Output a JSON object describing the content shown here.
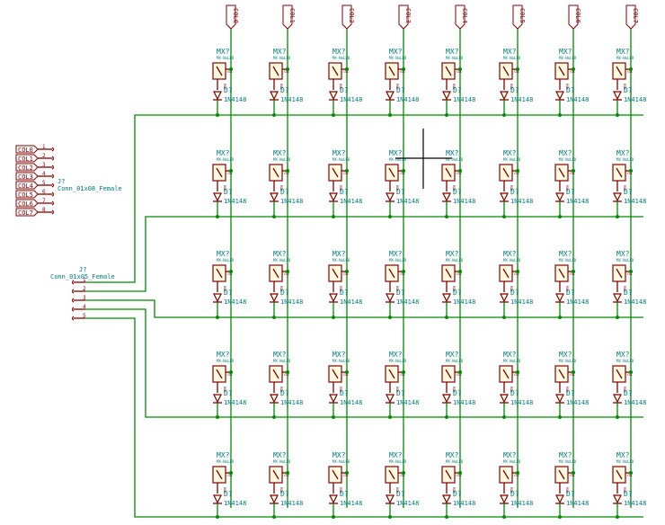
{
  "columns": [
    "COL0",
    "COL1",
    "COL2",
    "COL3",
    "COL4",
    "COL5",
    "COL6",
    "COL7"
  ],
  "rows": 5,
  "switch": {
    "ref": "MX?",
    "value": "MX-NoLED"
  },
  "diode": {
    "ref": "D?",
    "value": "1N4148"
  },
  "col_connector": {
    "ref": "J?",
    "value": "Conn_01x08_Female",
    "pins": [
      "1",
      "2",
      "3",
      "4",
      "5",
      "6",
      "7",
      "8"
    ],
    "labels": [
      "COL0",
      "COL1",
      "COL2",
      "COL3",
      "COL4",
      "COL5",
      "COL6",
      "COL7"
    ]
  },
  "row_connector": {
    "ref": "J?",
    "value": "Conn_01x05_Female",
    "pins": [
      "1",
      "2",
      "3",
      "4",
      "5"
    ]
  },
  "colors": {
    "wire": "#008c00",
    "component": "#840000",
    "text": "#007a7a"
  }
}
